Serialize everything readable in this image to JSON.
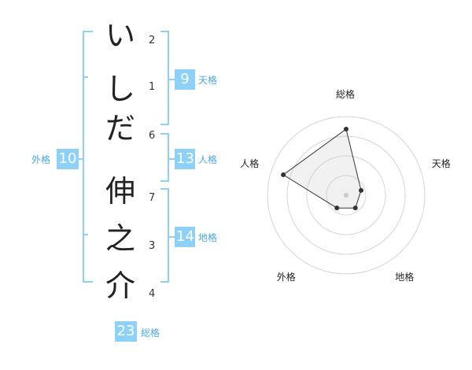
{
  "name_chars": [
    {
      "char": "い",
      "strokes": "2"
    },
    {
      "char": "し",
      "strokes": "1"
    },
    {
      "char": "だ",
      "strokes": "6"
    },
    {
      "char": "伸",
      "strokes": "7"
    },
    {
      "char": "之",
      "strokes": "3"
    },
    {
      "char": "介",
      "strokes": "4"
    }
  ],
  "kaku": {
    "tenkaku": {
      "value": "9",
      "label": "天格"
    },
    "jinkaku": {
      "value": "13",
      "label": "人格"
    },
    "chikaku": {
      "value": "14",
      "label": "地格"
    },
    "gaikaku": {
      "value": "10",
      "label": "外格"
    },
    "soukaku": {
      "value": "23",
      "label": "総格"
    }
  },
  "colors": {
    "accent": "#8dd0f8",
    "bracket": "#8dd0f8",
    "label": "#4aa8dc",
    "text": "#222222"
  },
  "chart_data": {
    "type": "radar",
    "axes": [
      "総格",
      "天格",
      "地格",
      "外格",
      "人格"
    ],
    "values": [
      0.84,
      0.2,
      0.2,
      0.2,
      0.84
    ],
    "range": [
      0,
      1
    ],
    "rings": 4,
    "grid": true,
    "title": "",
    "legend": ""
  }
}
